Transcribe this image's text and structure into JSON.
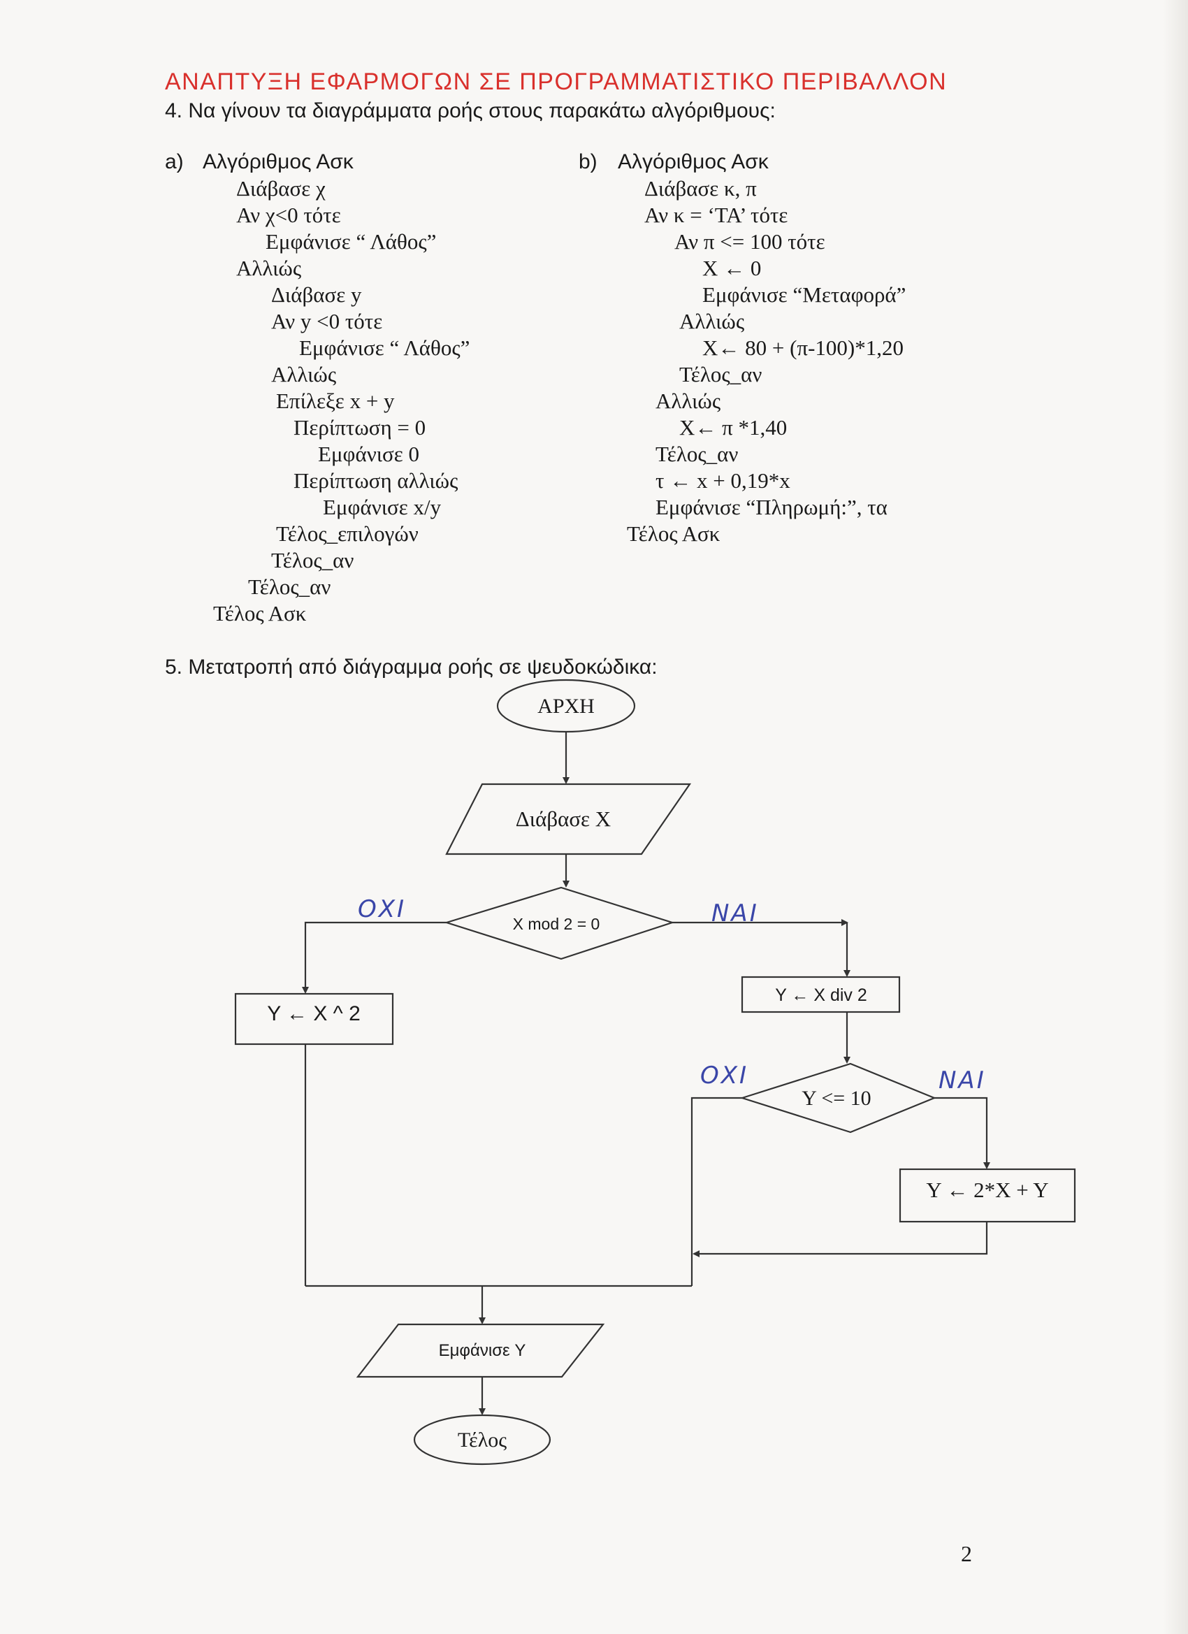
{
  "header": {
    "title": "ΑΝΑΠΤΥΞΗ ΕΦΑΡΜΟΓΩΝ ΣΕ ΠΡΟΓΡΑΜΜΑΤΙΣΤΙΚΟ ΠΕΡΙΒΑΛΛΟΝ"
  },
  "exercise4": {
    "prompt": "4. Να γίνουν τα διαγράμματα ροής στους παρακάτω αλγόριθμους:",
    "a": {
      "label": "a)",
      "title": "Αλγόριθμος Ασκ",
      "lines": [
        "Διάβασε χ",
        "Αν χ<0 τότε",
        "Εμφάνισε “ Λάθος”",
        "Αλλιώς",
        "Διάβασε y",
        "Αν y <0 τότε",
        "Εμφάνισε “ Λάθος”",
        "Αλλιώς",
        "Επίλεξε x + y",
        "Περίπτωση = 0",
        "Εμφάνισε 0",
        "Περίπτωση αλλιώς",
        "Εμφάνισε x/y",
        "Τέλος_επιλογών",
        "Τέλος_αν",
        "Τέλος_αν",
        "Τέλος Ασκ"
      ]
    },
    "b": {
      "label": "b)",
      "title": "Αλγόριθμος Ασκ",
      "lines": [
        "Διάβασε κ, π",
        "Αν κ = ‘ΤΑ’ τότε",
        "Αν π <= 100 τότε",
        "Χ ← 0",
        "Εμφάνισε “Μεταφορά”",
        "Αλλιώς",
        "Χ← 80 + (π-100)*1,20",
        "Τέλος_αν",
        "Αλλιώς",
        "Χ← π *1,40",
        "Τέλος_αν",
        "τ ← x + 0,19*x",
        "Εμφάνισε “Πληρωμή:”, τα",
        "Τέλος Ασκ"
      ]
    }
  },
  "exercise5": {
    "prompt": "5. Μετατροπή από διάγραμμα ροής σε ψευδοκώδικα:",
    "flowchart": {
      "start": "ΑΡΧΗ",
      "read": "Διάβασε Χ",
      "cond1": "X mod 2 = 0",
      "cond1_no": "ΟΧΙ",
      "cond1_yes": "ΝΑΙ",
      "left_process": "Y ← X ^ 2",
      "right_process": "Y ← X div 2",
      "cond2": "Y <= 10",
      "cond2_no": "ΟΧΙ",
      "cond2_yes": "ΝΑΙ",
      "process3": "Y ← 2*X + Y",
      "output": "Εμφάνισε Y",
      "end": "Τέλος"
    }
  },
  "page_number": "2"
}
